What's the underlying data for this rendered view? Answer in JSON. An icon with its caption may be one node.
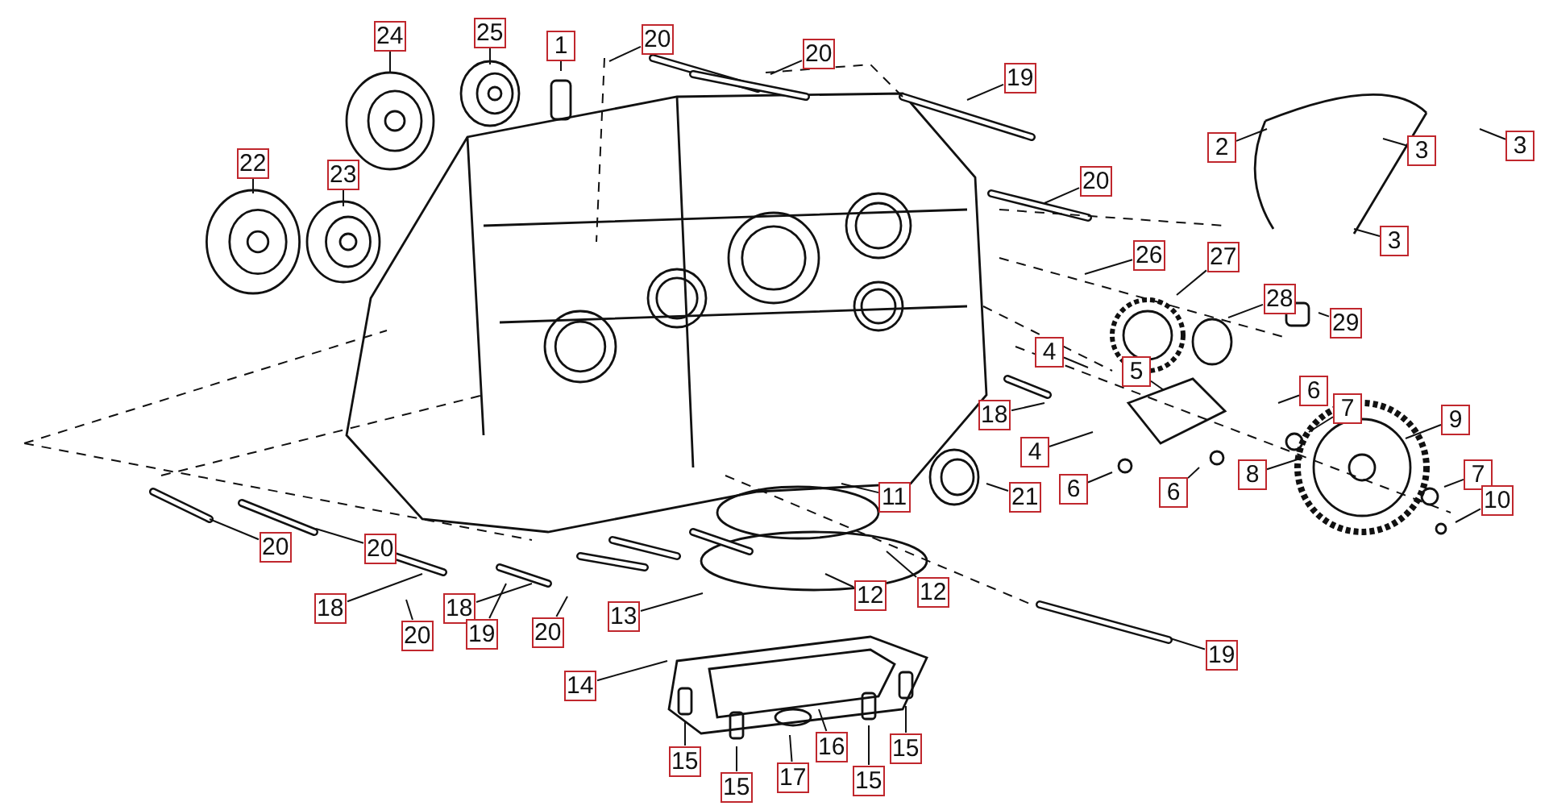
{
  "diagram": {
    "nodes": [
      {
        "text": [
          "24"
        ]
      },
      {
        "text": [
          "25"
        ]
      },
      {
        "text": [
          "1"
        ]
      },
      {
        "text": [
          "20"
        ]
      },
      {
        "text": [
          "20"
        ]
      },
      {
        "text": [
          "19"
        ]
      },
      {
        "text": [
          "22"
        ]
      },
      {
        "text": [
          "23"
        ]
      },
      {
        "text": [
          "2"
        ]
      },
      {
        "text": [
          "3"
        ]
      },
      {
        "text": [
          "3"
        ]
      },
      {
        "text": [
          "20"
        ]
      },
      {
        "text": [
          "3"
        ]
      },
      {
        "text": [
          "26"
        ]
      },
      {
        "text": [
          "27"
        ]
      },
      {
        "text": [
          "28"
        ]
      },
      {
        "text": [
          "29"
        ]
      },
      {
        "text": [
          "4"
        ]
      },
      {
        "text": [
          "5"
        ]
      },
      {
        "text": [
          "18"
        ]
      },
      {
        "text": [
          "6"
        ]
      },
      {
        "text": [
          "7"
        ]
      },
      {
        "text": [
          "4"
        ]
      },
      {
        "text": [
          "9"
        ]
      },
      {
        "text": [
          "8"
        ]
      },
      {
        "text": [
          "6"
        ]
      },
      {
        "text": [
          "6"
        ]
      },
      {
        "text": [
          "7"
        ]
      },
      {
        "text": [
          "11"
        ]
      },
      {
        "text": [
          "21"
        ]
      },
      {
        "text": [
          "10"
        ]
      },
      {
        "text": [
          "20"
        ]
      },
      {
        "text": [
          "20"
        ]
      },
      {
        "text": [
          "12"
        ]
      },
      {
        "text": [
          "12"
        ]
      },
      {
        "text": [
          "18"
        ]
      },
      {
        "text": [
          "18"
        ]
      },
      {
        "text": [
          "13"
        ]
      },
      {
        "text": [
          "20"
        ]
      },
      {
        "text": [
          "19"
        ]
      },
      {
        "text": [
          "20"
        ]
      },
      {
        "text": [
          "19"
        ]
      },
      {
        "text": [
          "14"
        ]
      },
      {
        "text": [
          "16"
        ]
      },
      {
        "text": [
          "15"
        ]
      },
      {
        "text": [
          "15"
        ]
      },
      {
        "text": [
          "17"
        ]
      },
      {
        "text": [
          "15"
        ]
      },
      {
        "text": [
          "15"
        ]
      }
    ],
    "edges": [
      {
        "from": 0,
        "to": null,
        "arrow": "none"
      },
      {
        "from": 1,
        "to": null,
        "arrow": "none"
      },
      {
        "from": 2,
        "to": null,
        "arrow": "none"
      },
      {
        "from": 3,
        "to": null,
        "arrow": "none"
      },
      {
        "from": 4,
        "to": null,
        "arrow": "none"
      },
      {
        "from": 5,
        "to": null,
        "arrow": "none"
      },
      {
        "from": 6,
        "to": null,
        "arrow": "none"
      },
      {
        "from": 7,
        "to": null,
        "arrow": "none"
      },
      {
        "from": 8,
        "to": null,
        "arrow": "none"
      },
      {
        "from": 9,
        "to": null,
        "arrow": "none"
      },
      {
        "from": 10,
        "to": null,
        "arrow": "none"
      },
      {
        "from": 11,
        "to": null,
        "arrow": "none"
      },
      {
        "from": 12,
        "to": null,
        "arrow": "none"
      },
      {
        "from": 13,
        "to": null,
        "arrow": "none"
      },
      {
        "from": 14,
        "to": null,
        "arrow": "none"
      },
      {
        "from": 15,
        "to": null,
        "arrow": "none"
      },
      {
        "from": 16,
        "to": null,
        "arrow": "none"
      },
      {
        "from": 17,
        "to": null,
        "arrow": "none"
      },
      {
        "from": 18,
        "to": null,
        "arrow": "none"
      },
      {
        "from": 19,
        "to": null,
        "arrow": "none"
      },
      {
        "from": 20,
        "to": null,
        "arrow": "none"
      },
      {
        "from": 21,
        "to": null,
        "arrow": "none"
      },
      {
        "from": 22,
        "to": null,
        "arrow": "none"
      },
      {
        "from": 23,
        "to": null,
        "arrow": "none"
      },
      {
        "from": 24,
        "to": null,
        "arrow": "none"
      },
      {
        "from": 25,
        "to": null,
        "arrow": "none"
      },
      {
        "from": 26,
        "to": null,
        "arrow": "none"
      },
      {
        "from": 27,
        "to": null,
        "arrow": "none"
      },
      {
        "from": 28,
        "to": null,
        "arrow": "none"
      },
      {
        "from": 29,
        "to": null,
        "arrow": "none"
      },
      {
        "from": 30,
        "to": null,
        "arrow": "none"
      },
      {
        "from": 31,
        "to": null,
        "arrow": "none"
      },
      {
        "from": 32,
        "to": null,
        "arrow": "none"
      },
      {
        "from": 33,
        "to": null,
        "arrow": "none"
      },
      {
        "from": 34,
        "to": null,
        "arrow": "none"
      },
      {
        "from": 35,
        "to": null,
        "arrow": "none"
      },
      {
        "from": 36,
        "to": null,
        "arrow": "none"
      },
      {
        "from": 37,
        "to": null,
        "arrow": "none"
      },
      {
        "from": 38,
        "to": null,
        "arrow": "none"
      },
      {
        "from": 39,
        "to": null,
        "arrow": "none"
      },
      {
        "from": 40,
        "to": null,
        "arrow": "none"
      },
      {
        "from": 41,
        "to": null,
        "arrow": "none"
      },
      {
        "from": 42,
        "to": null,
        "arrow": "none"
      },
      {
        "from": 43,
        "to": null,
        "arrow": "none"
      },
      {
        "from": 44,
        "to": null,
        "arrow": "none"
      },
      {
        "from": 45,
        "to": null,
        "arrow": "none"
      },
      {
        "from": 46,
        "to": null,
        "arrow": "none"
      },
      {
        "from": 47,
        "to": null,
        "arrow": "none"
      },
      {
        "from": 48,
        "to": null,
        "arrow": "none"
      }
    ]
  }
}
